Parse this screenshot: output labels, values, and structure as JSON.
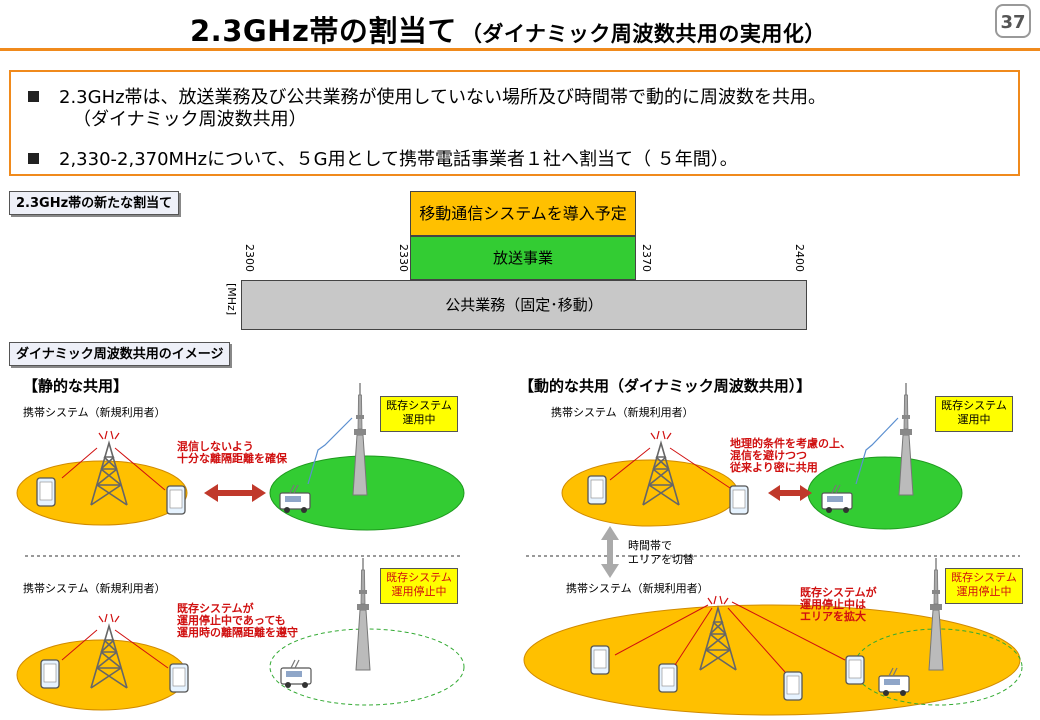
{
  "header": {
    "title_main": "2.3GHz帯の割当て",
    "title_sub": "（ダイナミック周波数共用の実用化）",
    "page_number": "37"
  },
  "summary": {
    "bullet1_line1": "2.3GHz帯は、放送業務及び公共業務が使用していない場所及び時間帯で動的に周波数を共用。",
    "bullet1_line2": "（ダイナミック周波数共用）",
    "bullet2": "2,330-2,370MHzについて、５G用として携帯電話事業者１社へ割当て（ ５年間）。"
  },
  "allocation": {
    "section_label": "2.3GHz帯の新たな割当て",
    "mobile_label": "移動通信システムを導入予定",
    "broadcast_label": "放送事業",
    "public_label": "公共業務（固定･移動）",
    "unit": "[MHz]",
    "ticks": [
      "2300",
      "2330",
      "2370",
      "2400"
    ]
  },
  "image_section": {
    "section_label": "ダイナミック周波数共用のイメージ",
    "static": {
      "heading": "【静的な共用】",
      "top": {
        "cell_label": "携帯システム（新規利用者）",
        "note": [
          "混信しないよう",
          "十分な離隔距離を確保"
        ],
        "existing": [
          "既存システム",
          "運用中"
        ]
      },
      "bottom": {
        "cell_label": "携帯システム（新規利用者）",
        "note": [
          "既存システムが",
          "運用停止中であっても",
          "運用時の離隔距離を遵守"
        ],
        "existing": [
          "既存システム",
          "運用停止中"
        ]
      }
    },
    "dynamic": {
      "heading": "【動的な共用（ダイナミック周波数共用）】",
      "top": {
        "cell_label": "携帯システム（新規利用者）",
        "note": [
          "地理的条件を考慮の上、",
          "混信を避けつつ",
          "従来より密に共用"
        ],
        "existing": [
          "既存システム",
          "運用中"
        ]
      },
      "switch_note": [
        "時間帯で",
        "エリアを切替"
      ],
      "bottom": {
        "cell_label": "携帯システム（新規利用者）",
        "note": [
          "既存システムが",
          "運用停止中は",
          "エリアを拡大"
        ],
        "existing": [
          "既存システム",
          "運用停止中"
        ]
      }
    }
  },
  "colors": {
    "accent_orange": "#f08a1c",
    "mobile_area": "#ffc000",
    "existing_area": "#33cc33",
    "gray_band": "#c8c8c8",
    "alert_red": "#d01010",
    "label_yellow": "#ffff00"
  }
}
